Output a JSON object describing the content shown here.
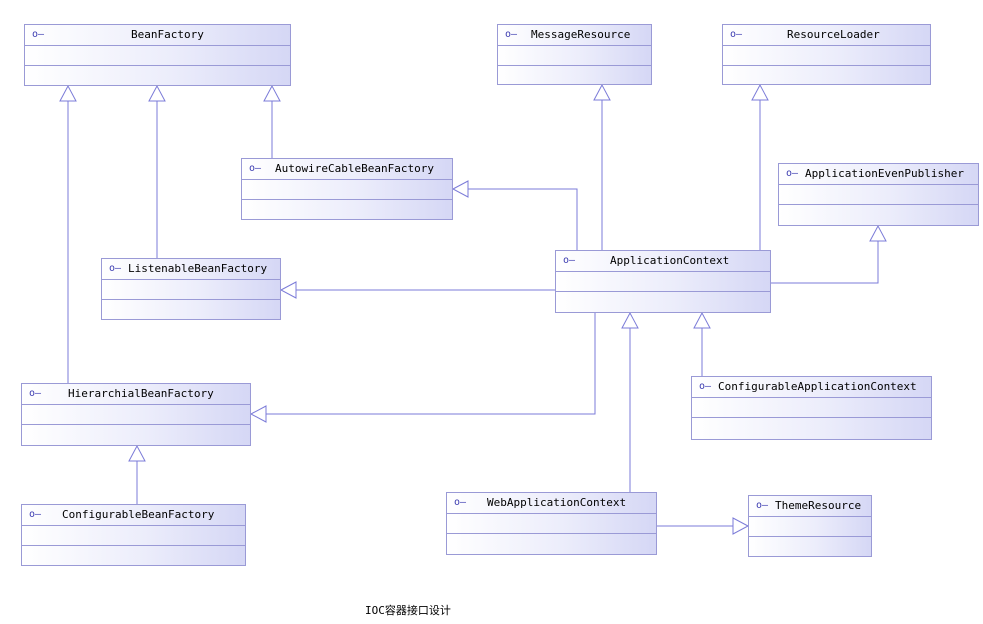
{
  "diagram": {
    "interface_icon": "interface-lollipop-icon",
    "interface_glyph": "o–",
    "line_color": "#7b7bd8",
    "box_border": "#9a9ad6",
    "classes": {
      "beanfactory": "BeanFactory",
      "messageresource": "MessageResource",
      "resourceloader": "ResourceLoader",
      "autowirecablebeanfactory": "AutowireCableBeanFactory",
      "applicationevenpublisher": "ApplicationEvenPublisher",
      "listenablebeanfactory": "ListenableBeanFactory",
      "applicationcontext": "ApplicationContext",
      "hierarchialbeanfactory": "HierarchialBeanFactory",
      "configurableapplicationcontext": "ConfigurableApplicationContext",
      "configurablebeanfactory": "ConfigurableBeanFactory",
      "webapplicationcontext": "WebApplicationContext",
      "themeresource": "ThemeResource"
    },
    "relations": [
      {
        "from": "listenablebeanfactory",
        "to": "beanfactory",
        "type": "generalization"
      },
      {
        "from": "hierarchialbeanfactory",
        "to": "beanfactory",
        "type": "generalization"
      },
      {
        "from": "autowirecablebeanfactory",
        "to": "beanfactory",
        "type": "generalization"
      },
      {
        "from": "applicationcontext",
        "to": "messageresource",
        "type": "generalization"
      },
      {
        "from": "applicationcontext",
        "to": "resourceloader",
        "type": "generalization"
      },
      {
        "from": "applicationcontext",
        "to": "autowirecablebeanfactory",
        "type": "generalization"
      },
      {
        "from": "applicationcontext",
        "to": "listenablebeanfactory",
        "type": "generalization"
      },
      {
        "from": "applicationcontext",
        "to": "hierarchialbeanfactory",
        "type": "generalization"
      },
      {
        "from": "applicationcontext",
        "to": "applicationevenpublisher",
        "type": "generalization"
      },
      {
        "from": "configurableapplicationcontext",
        "to": "applicationcontext",
        "type": "generalization"
      },
      {
        "from": "webapplicationcontext",
        "to": "applicationcontext",
        "type": "generalization"
      },
      {
        "from": "webapplicationcontext",
        "to": "themeresource",
        "type": "generalization"
      },
      {
        "from": "configurablebeanfactory",
        "to": "hierarchialbeanfactory",
        "type": "generalization"
      }
    ],
    "caption": "IOC容器接口设计"
  }
}
